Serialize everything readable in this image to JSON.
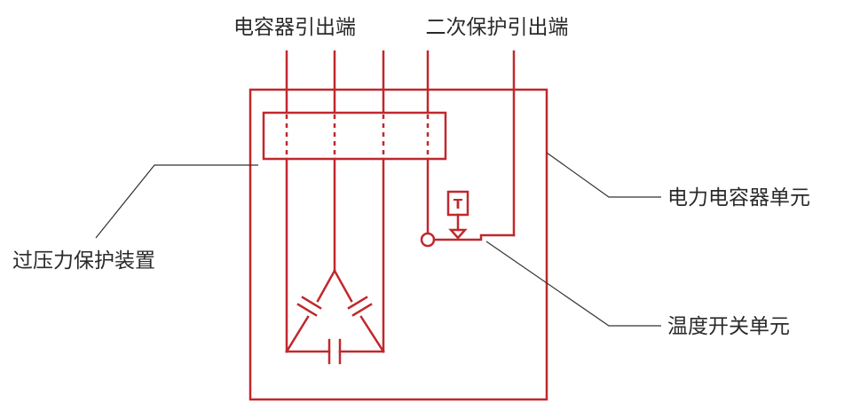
{
  "labels": {
    "capacitor_terminals": "电容器引出端",
    "secondary_protection_terminals": "二次保护引出端",
    "power_capacitor_unit": "电力电容器单元",
    "overpressure_protection_device": "过压力保护装置",
    "temperature_switch_unit": "温度开关单元",
    "temperature_symbol": "T"
  },
  "colors": {
    "line": "#c0282d",
    "leader": "#333333",
    "text": "#2a2a2a"
  }
}
